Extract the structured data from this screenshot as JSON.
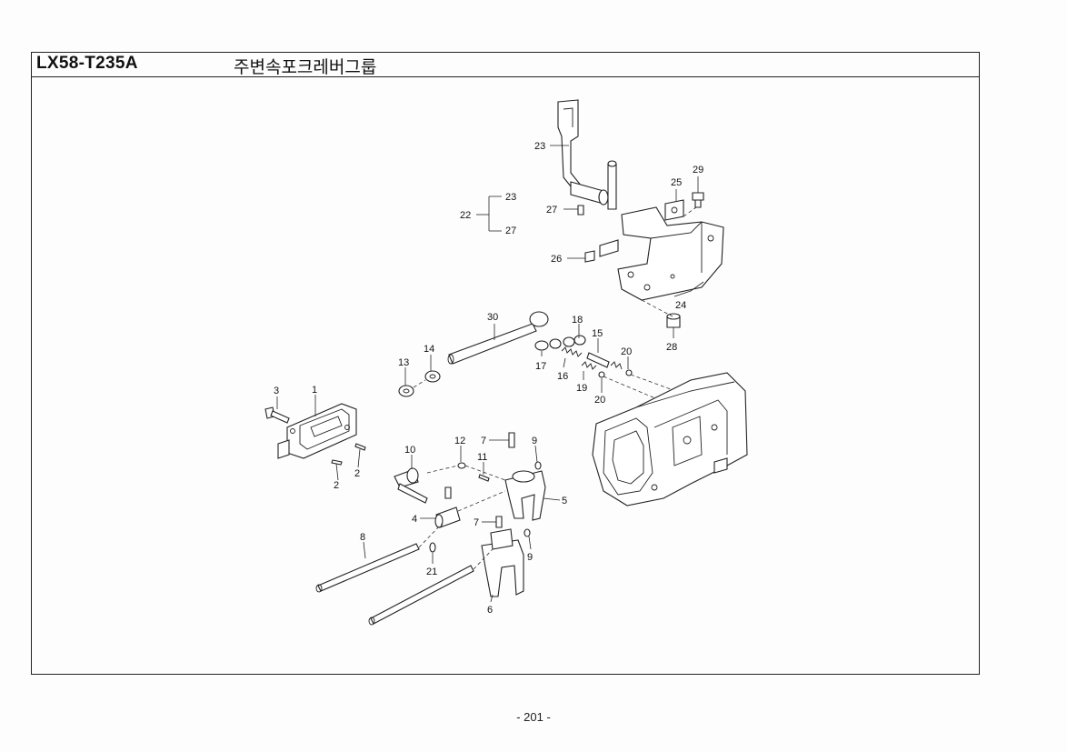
{
  "header": {
    "model_code": "LX58-T235A",
    "group_title": "주변속포크레버그룹"
  },
  "footer": {
    "page_number": "- 201 -"
  },
  "callouts": [
    {
      "id": "c23a",
      "text": "23"
    },
    {
      "id": "c29",
      "text": "29"
    },
    {
      "id": "c25",
      "text": "25"
    },
    {
      "id": "c22",
      "text": "22"
    },
    {
      "id": "c23b",
      "text": "23"
    },
    {
      "id": "c27a",
      "text": "27"
    },
    {
      "id": "c27b",
      "text": "27"
    },
    {
      "id": "c26",
      "text": "26"
    },
    {
      "id": "c24",
      "text": "24"
    },
    {
      "id": "c28",
      "text": "28"
    },
    {
      "id": "c30",
      "text": "30"
    },
    {
      "id": "c18",
      "text": "18"
    },
    {
      "id": "c15",
      "text": "15"
    },
    {
      "id": "c14",
      "text": "14"
    },
    {
      "id": "c13",
      "text": "13"
    },
    {
      "id": "c17",
      "text": "17"
    },
    {
      "id": "c20a",
      "text": "20"
    },
    {
      "id": "c16",
      "text": "16"
    },
    {
      "id": "c19",
      "text": "19"
    },
    {
      "id": "c20b",
      "text": "20"
    },
    {
      "id": "c3",
      "text": "3"
    },
    {
      "id": "c1",
      "text": "1"
    },
    {
      "id": "c2a",
      "text": "2"
    },
    {
      "id": "c2b",
      "text": "2"
    },
    {
      "id": "c10",
      "text": "10"
    },
    {
      "id": "c12",
      "text": "12"
    },
    {
      "id": "c7a",
      "text": "7"
    },
    {
      "id": "c9a",
      "text": "9"
    },
    {
      "id": "c11",
      "text": "11"
    },
    {
      "id": "c5",
      "text": "5"
    },
    {
      "id": "c4",
      "text": "4"
    },
    {
      "id": "c7b",
      "text": "7"
    },
    {
      "id": "c8",
      "text": "8"
    },
    {
      "id": "c9b",
      "text": "9"
    },
    {
      "id": "c21",
      "text": "21"
    },
    {
      "id": "c6",
      "text": "6"
    }
  ]
}
